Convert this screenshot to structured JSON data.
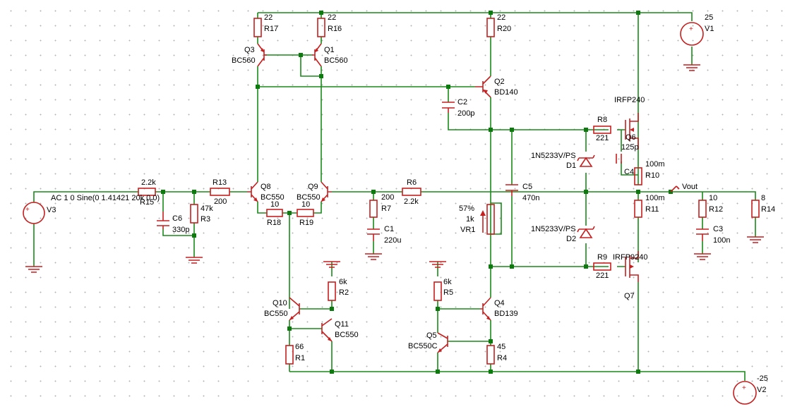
{
  "supply": {
    "v1": {
      "ref": "V1",
      "value": "25"
    },
    "v2": {
      "ref": "V2",
      "value": "-25"
    },
    "v3": {
      "ref": "V3",
      "value": "AC 1 0 Sine(0 1.41421 20k 0 0)"
    }
  },
  "parts": {
    "R1": {
      "ref": "R1",
      "value": "66"
    },
    "R2": {
      "ref": "R2",
      "value": "6k"
    },
    "R3": {
      "ref": "R3",
      "value": "47k"
    },
    "R4": {
      "ref": "R4",
      "value": "45"
    },
    "R5": {
      "ref": "R5",
      "value": "6k"
    },
    "R6": {
      "ref": "R6",
      "value": "2.2k"
    },
    "R7": {
      "ref": "R7",
      "value": "200"
    },
    "R8": {
      "ref": "R8",
      "value": "221"
    },
    "R9": {
      "ref": "R9",
      "value": "221"
    },
    "R10": {
      "ref": "R10",
      "value": "100m"
    },
    "R11": {
      "ref": "R11",
      "value": "100m"
    },
    "R12": {
      "ref": "R12",
      "value": "10"
    },
    "R13": {
      "ref": "R13",
      "value": "200"
    },
    "R14": {
      "ref": "R14",
      "value": "8"
    },
    "R15": {
      "ref": "R15",
      "value": "2.2k"
    },
    "R16": {
      "ref": "R16",
      "value": "22"
    },
    "R17": {
      "ref": "R17",
      "value": "22"
    },
    "R18": {
      "ref": "R18",
      "value": "10"
    },
    "R19": {
      "ref": "R19",
      "value": "10"
    },
    "R20": {
      "ref": "R20",
      "value": "22"
    },
    "C1": {
      "ref": "C1",
      "value": "220u"
    },
    "C2": {
      "ref": "C2",
      "value": "200p"
    },
    "C3": {
      "ref": "C3",
      "value": "100n"
    },
    "C4": {
      "ref": "C4",
      "value": "125p"
    },
    "C5": {
      "ref": "C5",
      "value": "470n"
    },
    "C6": {
      "ref": "C6",
      "value": "330p"
    },
    "VR1": {
      "ref": "VR1",
      "value": "1k",
      "setting": "57%"
    },
    "D1": {
      "ref": "D1",
      "value": "1N5233V/PS"
    },
    "D2": {
      "ref": "D2",
      "value": "1N5233V/PS"
    },
    "Q1": {
      "ref": "Q1",
      "value": "BC560"
    },
    "Q2": {
      "ref": "Q2",
      "value": "BD140"
    },
    "Q3": {
      "ref": "Q3",
      "value": "BC560"
    },
    "Q4": {
      "ref": "Q4",
      "value": "BD139"
    },
    "Q5": {
      "ref": "Q5",
      "value": "BC550C"
    },
    "Q6": {
      "ref": "Q6",
      "value": "IRFP240"
    },
    "Q7": {
      "ref": "Q7",
      "value": "IRFP9240"
    },
    "Q8": {
      "ref": "Q8",
      "value": "BC550"
    },
    "Q9": {
      "ref": "Q9",
      "value": "BC550"
    },
    "Q10": {
      "ref": "Q10",
      "value": "BC550"
    },
    "Q11": {
      "ref": "Q11",
      "value": "BC550"
    }
  },
  "net_labels": {
    "vout": "Vout"
  },
  "colors": {
    "wire": "#1a8a1a",
    "component": "#c61f1f",
    "junction": "#0c7a0c",
    "grid_dot": "#b4b4b4",
    "background": "#ffffff"
  }
}
